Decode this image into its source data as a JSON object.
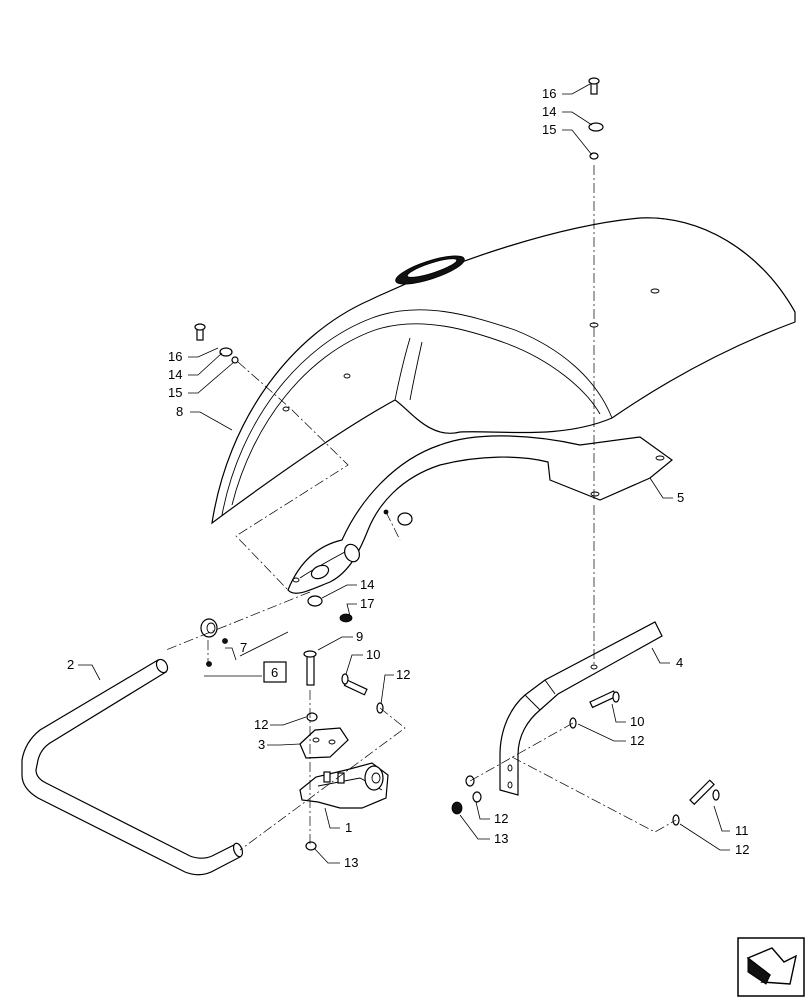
{
  "callouts": {
    "c16_top": "16",
    "c14_top": "14",
    "c15_top": "15",
    "c16_left": "16",
    "c14_left": "14",
    "c15_left": "15",
    "c8": "8",
    "c5": "5",
    "c14_mid": "14",
    "c17": "17",
    "c7": "7",
    "c6": "6",
    "c9": "9",
    "c10_left": "10",
    "c12_a": "12",
    "c12_b": "12",
    "c3": "3",
    "c2": "2",
    "c1": "1",
    "c13_bottom": "13",
    "c4": "4",
    "c10_right": "10",
    "c12_right": "12",
    "c12_lower": "12",
    "c13_lower": "13",
    "c11": "11",
    "c12_bottom": "12"
  },
  "icons": {
    "nav": "next-page-arrow-icon"
  }
}
